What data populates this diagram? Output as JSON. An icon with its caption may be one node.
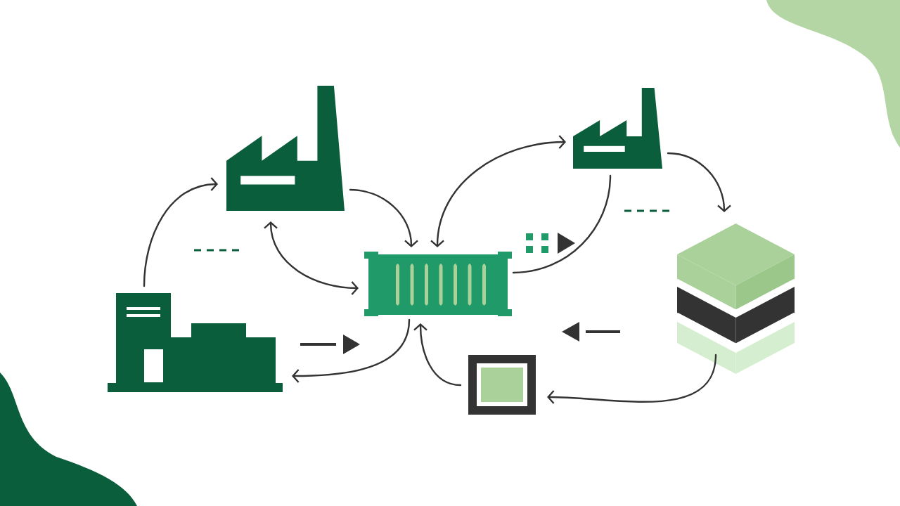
{
  "diagram": {
    "nodes": [
      {
        "text": [],
        "shape": "factory"
      },
      {
        "text": [],
        "shape": "factory"
      },
      {
        "text": [],
        "shape": "container"
      },
      {
        "text": [],
        "shape": "cube"
      },
      {
        "text": [],
        "shape": "building"
      },
      {
        "text": [],
        "shape": "frame"
      }
    ],
    "edges": [
      {
        "from": 4,
        "to": 0,
        "arrow": "to"
      },
      {
        "from": 0,
        "to": 2,
        "arrow": "to"
      },
      {
        "from": 0,
        "to": 2,
        "arrow": "both"
      },
      {
        "from": 2,
        "to": 1,
        "arrow": "both"
      },
      {
        "from": 1,
        "to": 2,
        "arrow": "none"
      },
      {
        "from": 1,
        "to": 3,
        "arrow": "to"
      },
      {
        "from": 3,
        "to": 5,
        "arrow": "to"
      },
      {
        "from": 5,
        "to": 2,
        "arrow": "to"
      },
      {
        "from": 2,
        "to": 4,
        "arrow": "to"
      }
    ]
  }
}
